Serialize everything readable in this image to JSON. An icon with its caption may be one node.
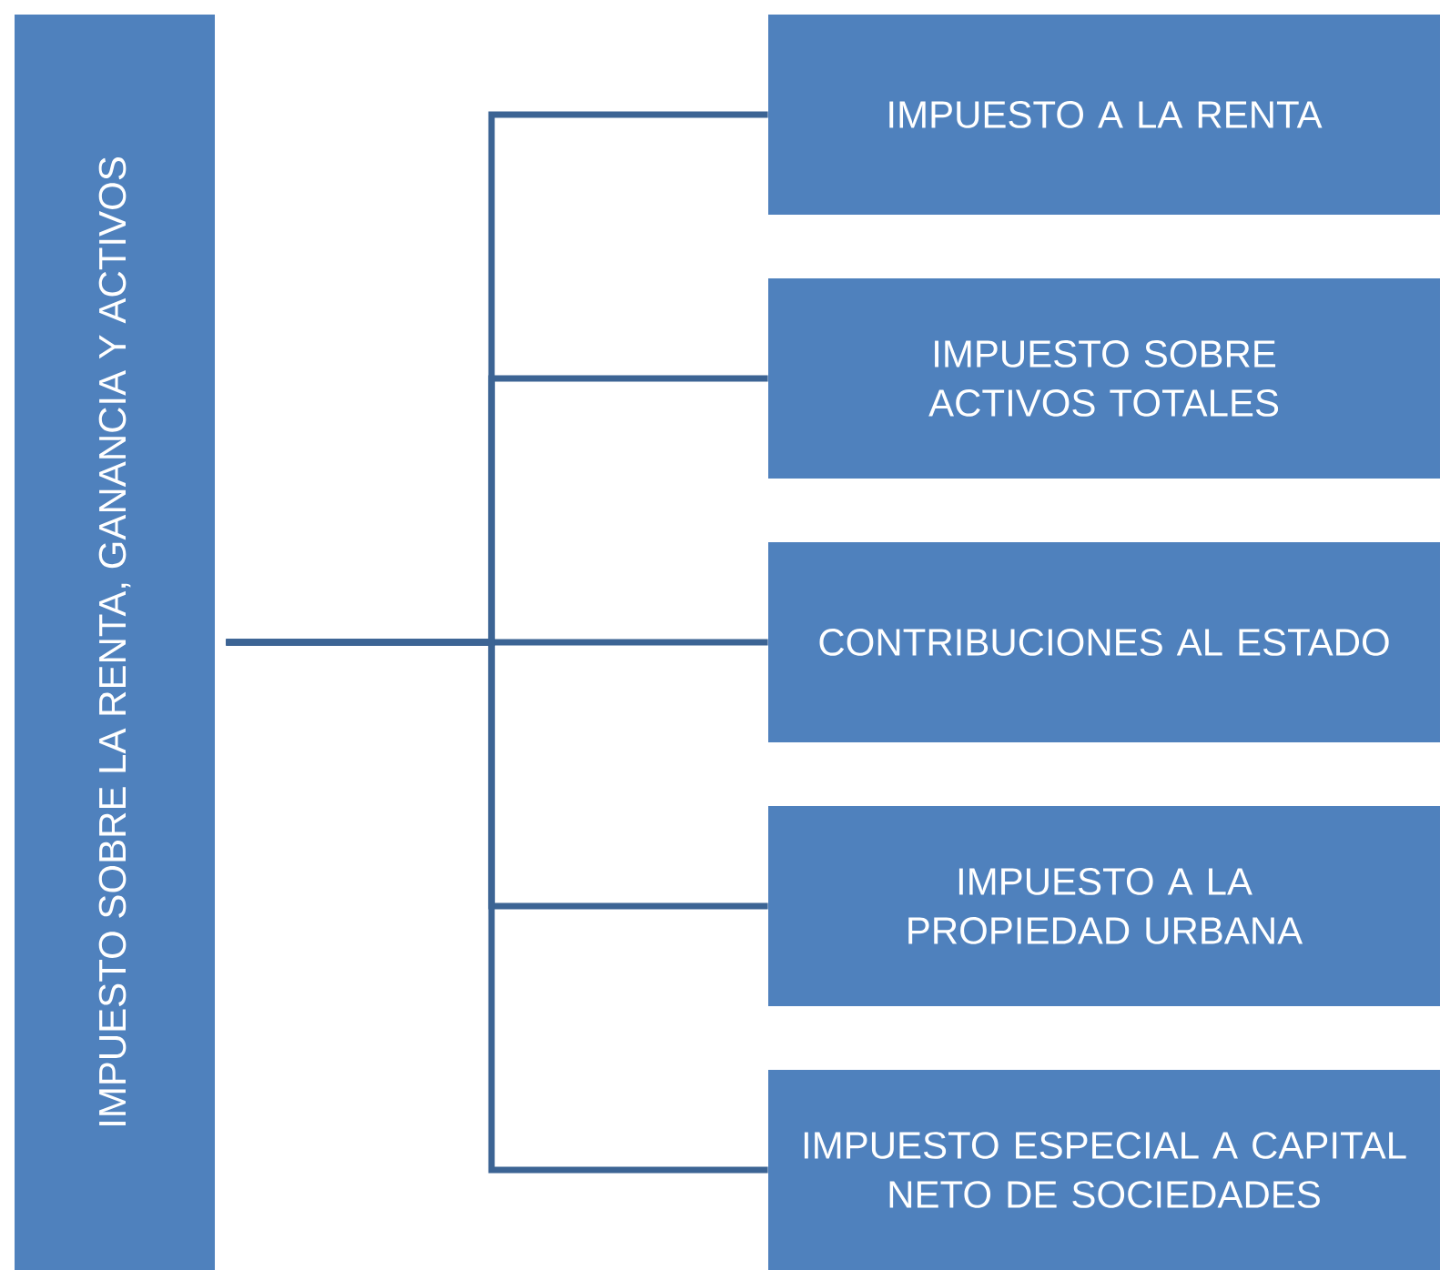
{
  "diagram": {
    "nodes": [
      {
        "text": [
          "IMPUESTO SOBRE LA RENTA, GANANCIA Y ACTIVOS"
        ]
      },
      {
        "text": [
          "IMPUESTO A LA RENTA"
        ]
      },
      {
        "text": [
          "IMPUESTO SOBRE ACTIVOS TOTALES"
        ]
      },
      {
        "text": [
          "CONTRIBUCIONES AL ESTADO"
        ]
      },
      {
        "text": [
          "IMPUESTO A LA PROPIEDAD URBANA"
        ]
      },
      {
        "text": [
          "IMPUESTO ESPECIAL A CAPITAL NETO DE SOCIEDADES"
        ]
      }
    ],
    "edges": [
      {
        "from": 0,
        "to": 1,
        "arrow": "none"
      },
      {
        "from": 0,
        "to": 2,
        "arrow": "none"
      },
      {
        "from": 0,
        "to": 3,
        "arrow": "none"
      },
      {
        "from": 0,
        "to": 4,
        "arrow": "none"
      },
      {
        "from": 0,
        "to": 5,
        "arrow": "none"
      }
    ]
  }
}
